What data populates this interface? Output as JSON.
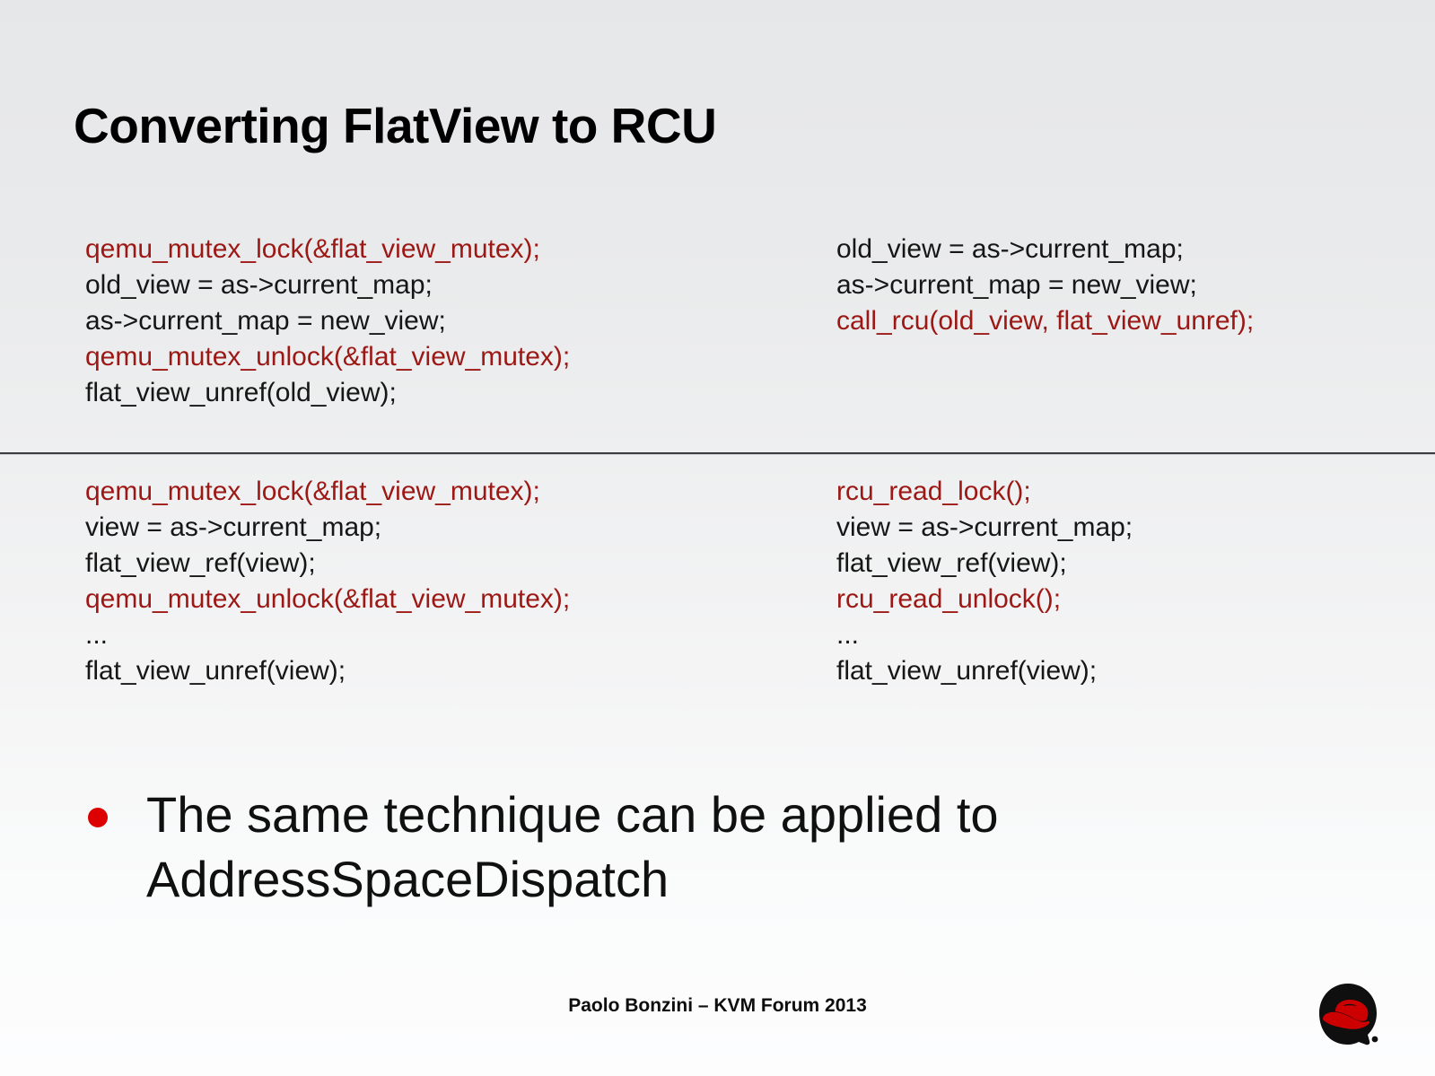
{
  "slide": {
    "title": "Converting FlatView to RCU",
    "footer": "Paolo Bonzini – KVM Forum 2013",
    "logo_name": "red-hat-shadowman-logo",
    "colors": {
      "code_red": "#9c1815",
      "code_black": "#161616",
      "bullet_red": "#dd0000",
      "divider": "#3a3a40",
      "background_top": "#e6e7e9",
      "background_bottom": "#fdfdfe"
    }
  },
  "code_blocks": {
    "top_left": {
      "lines": [
        {
          "text": "qemu_mutex_lock(&flat_view_mutex);",
          "color": "red"
        },
        {
          "text": "old_view = as->current_map;",
          "color": "black"
        },
        {
          "text": "as->current_map = new_view;",
          "color": "black"
        },
        {
          "text": "qemu_mutex_unlock(&flat_view_mutex);",
          "color": "red"
        },
        {
          "text": "flat_view_unref(old_view);",
          "color": "black"
        }
      ]
    },
    "top_right": {
      "lines": [
        {
          "text": "old_view = as->current_map;",
          "color": "black"
        },
        {
          "text": "as->current_map = new_view;",
          "color": "black"
        },
        {
          "text": "call_rcu(old_view, flat_view_unref);",
          "color": "red"
        }
      ]
    },
    "bottom_left": {
      "lines": [
        {
          "text": "qemu_mutex_lock(&flat_view_mutex);",
          "color": "red"
        },
        {
          "text": "view = as->current_map;",
          "color": "black"
        },
        {
          "text": "flat_view_ref(view);",
          "color": "black"
        },
        {
          "text": "qemu_mutex_unlock(&flat_view_mutex);",
          "color": "red"
        },
        {
          "text": "...",
          "color": "black"
        },
        {
          "text": "flat_view_unref(view);",
          "color": "black"
        }
      ]
    },
    "bottom_right": {
      "lines": [
        {
          "text": "rcu_read_lock();",
          "color": "red"
        },
        {
          "text": "view = as->current_map;",
          "color": "black"
        },
        {
          "text": "flat_view_ref(view);",
          "color": "black"
        },
        {
          "text": "rcu_read_unlock();",
          "color": "red"
        },
        {
          "text": "...",
          "color": "black"
        },
        {
          "text": "flat_view_unref(view);",
          "color": "black"
        }
      ]
    }
  },
  "bullet": {
    "line1": "The same technique can be applied to",
    "line2": "AddressSpaceDispatch"
  }
}
